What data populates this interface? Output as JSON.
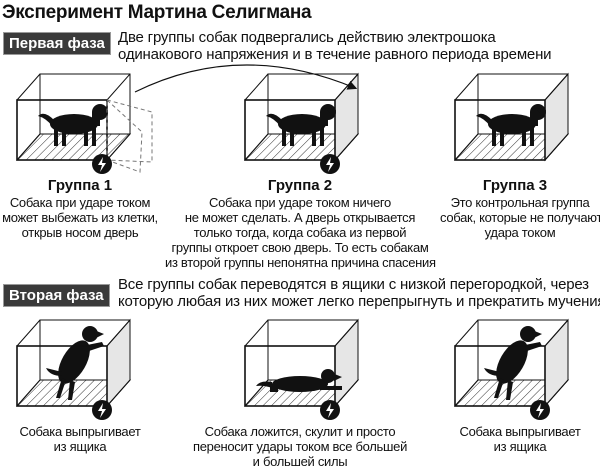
{
  "title": "Эксперимент Мартина Селигмана",
  "phase1": {
    "badge": "Первая фаза",
    "intro_lines": [
      "Две группы собак подвергались действию электрошока",
      "одинакового напряжения и в течение равного периода времени"
    ],
    "groups": [
      {
        "label": "Группа 1",
        "desc": [
          "Собака при ударе током",
          "может выбежать из клетки,",
          "открыв носом дверь"
        ]
      },
      {
        "label": "Группа 2",
        "desc": [
          "Собака при ударе током ничего",
          "не может сделать. А дверь открывается",
          "только тогда, когда собака из первой",
          "группы откроет свою дверь. То есть собакам",
          "из второй группы непонятна причина спасения"
        ]
      },
      {
        "label": "Группа 3",
        "desc": [
          "Это контрольная группа",
          "собак, которые не получают",
          "удара током"
        ]
      }
    ]
  },
  "phase2": {
    "badge": "Вторая фаза",
    "intro_lines": [
      "Все группы собак переводятся в ящики с низкой перегородкой, через",
      "которую любая из них может легко перепрыгнуть и прекратить мучения"
    ],
    "results": [
      {
        "desc": [
          "Собака выпрыгивает",
          "из ящика"
        ]
      },
      {
        "desc": [
          "Собака ложится, скулит и просто",
          "переносит удары током все большей",
          "и большей силы"
        ]
      },
      {
        "desc": [
          "Собака выпрыгивает",
          "из ящика"
        ]
      }
    ]
  }
}
